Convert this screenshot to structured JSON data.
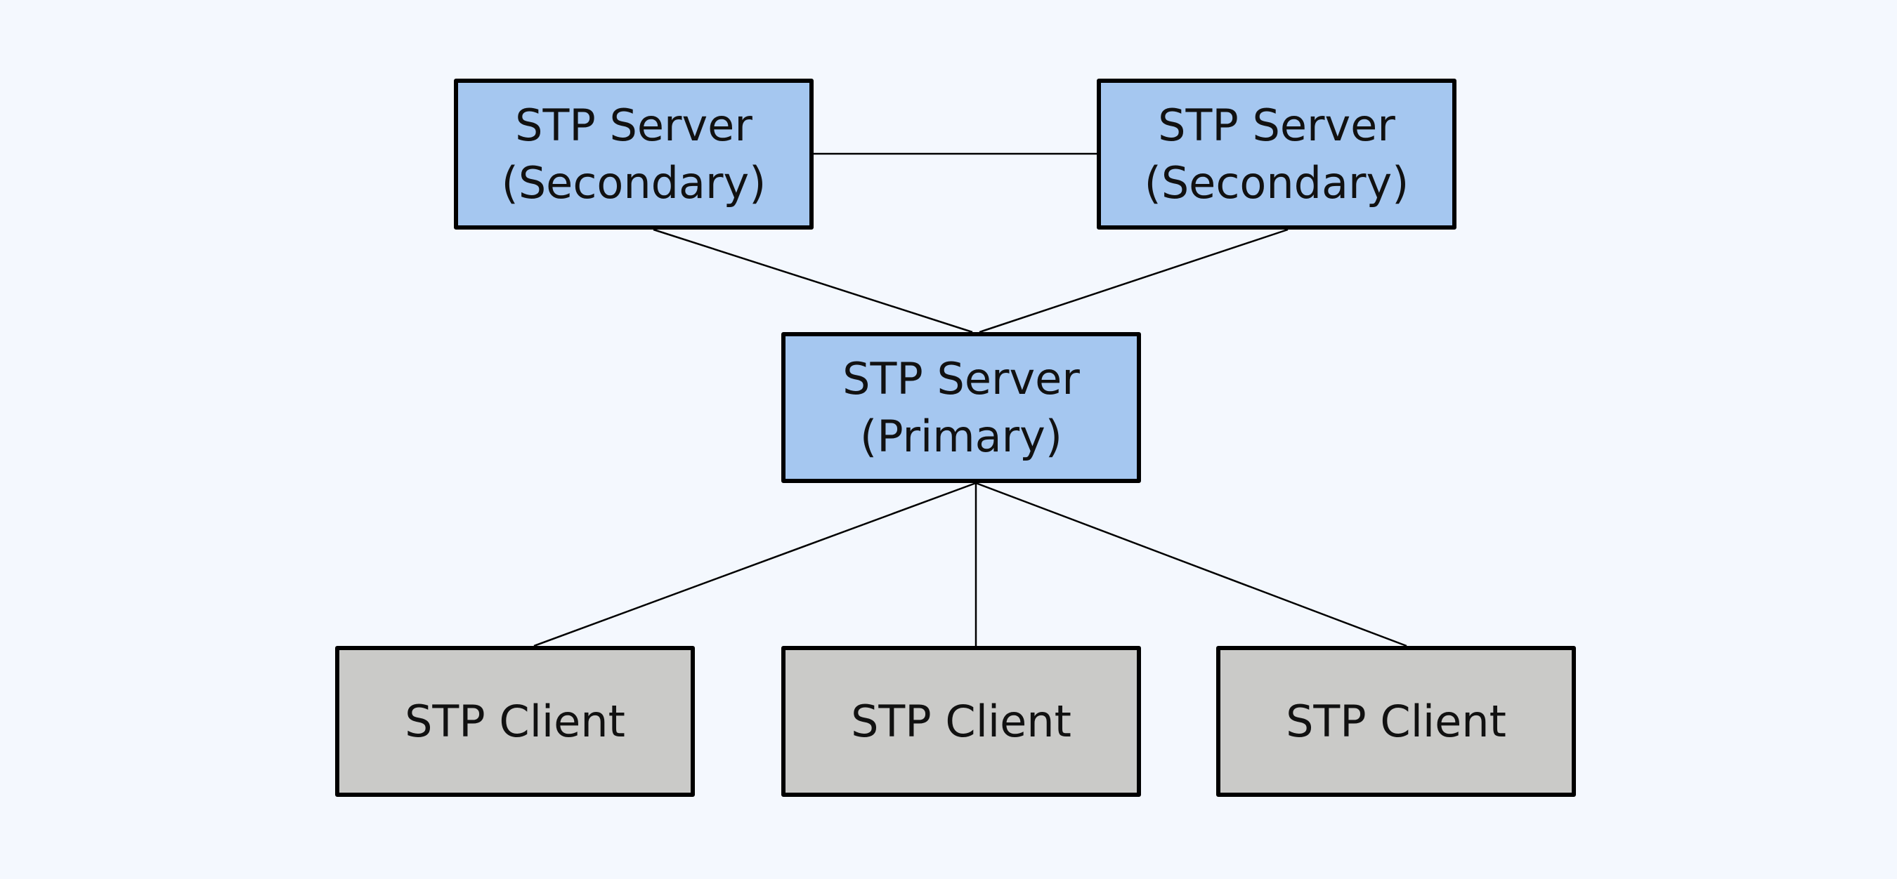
{
  "colors": {
    "background": "#f4f8fe",
    "server_fill": "#a5c7f0",
    "client_fill": "#cacac8",
    "border": "#000000"
  },
  "nodes": {
    "secondary_left": {
      "line1": "STP Server",
      "line2": "(Secondary)"
    },
    "secondary_right": {
      "line1": "STP Server",
      "line2": "(Secondary)"
    },
    "primary": {
      "line1": "STP Server",
      "line2": "(Primary)"
    },
    "client_1": {
      "label": "STP Client"
    },
    "client_2": {
      "label": "STP Client"
    },
    "client_3": {
      "label": "STP Client"
    }
  },
  "links": [
    {
      "from": "secondary_left",
      "to": "secondary_right"
    },
    {
      "from": "secondary_left",
      "to": "primary"
    },
    {
      "from": "secondary_right",
      "to": "primary"
    },
    {
      "from": "primary",
      "to": "client_1"
    },
    {
      "from": "primary",
      "to": "client_2"
    },
    {
      "from": "primary",
      "to": "client_3"
    }
  ]
}
